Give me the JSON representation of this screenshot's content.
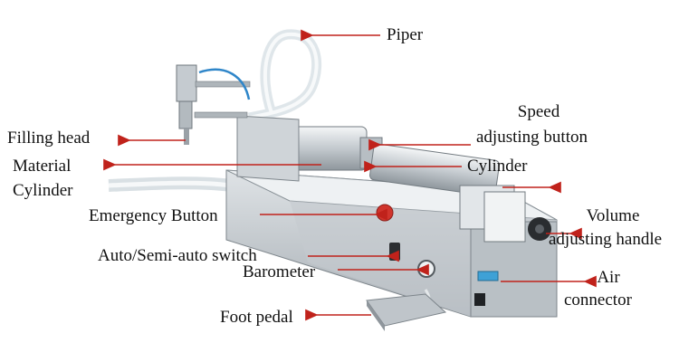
{
  "labels": {
    "piper": "Piper",
    "filling_head": "Filling head",
    "material_line1": "Material",
    "material_line2": "Cylinder",
    "speed_line1": "Speed",
    "speed_line2": "adjusting button",
    "cylinder": "Cylinder",
    "emergency": "Emergency Button",
    "volume_line1": "Volume",
    "volume_line2": "adjusting handle",
    "auto_switch": "Auto/Semi-auto switch",
    "barometer": "Barometer",
    "air_line1": "Air",
    "air_line2": "connector",
    "foot_pedal": "Foot pedal"
  },
  "colors": {
    "arrow": "#c0221b",
    "metal": "#c9ced3",
    "metal_dark": "#8d949b",
    "tube": "#e6ecef",
    "button_red": "#d0342c",
    "hose_blue": "#2f86c9"
  }
}
